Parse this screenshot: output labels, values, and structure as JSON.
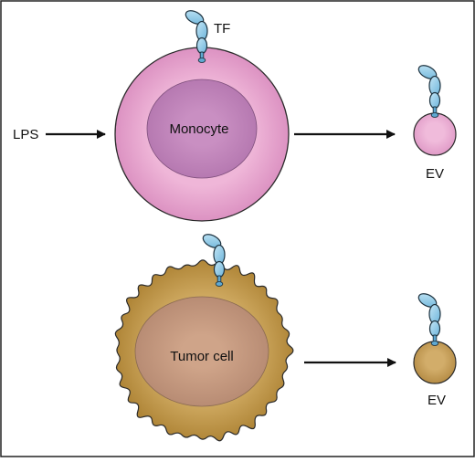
{
  "labels": {
    "tf": "TF",
    "lps": "LPS",
    "monocyte": "Monocyte",
    "ev_top": "EV",
    "tumor_cell": "Tumor cell",
    "ev_bottom": "EV"
  },
  "colors": {
    "border": "#222222",
    "monocyte_outer": "#e7a7cf",
    "monocyte_nucleus": "#c487bd",
    "ev_monocyte": "#ecaed3",
    "tumor_outer": "#c89e52",
    "tumor_nucleus": "#c69a82",
    "ev_tumor": "#c8a15a",
    "tf_blue": "#8cc8e6",
    "tf_stroke": "#1e3340"
  }
}
